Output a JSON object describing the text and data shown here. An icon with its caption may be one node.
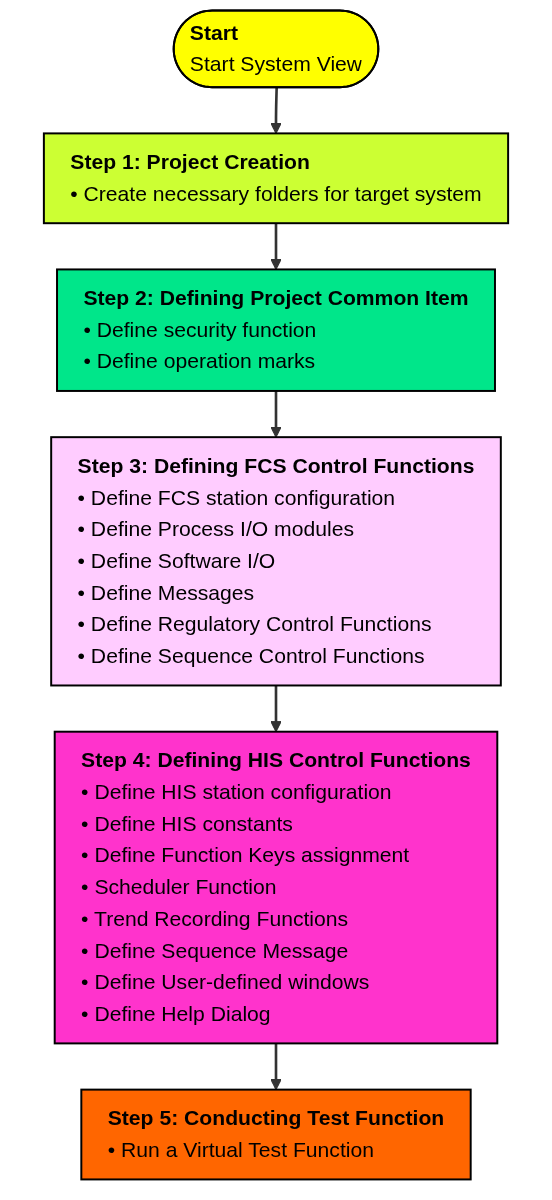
{
  "diagram": {
    "nodes": [
      {
        "text": [
          "Start",
          "Start System View"
        ]
      },
      {
        "text": [
          "Step 1: Project Creation",
          "• Create necessary folders for target system"
        ]
      },
      {
        "text": [
          "Step 2: Defining Project Common Item",
          "• Define security function",
          "• Define operation marks"
        ]
      },
      {
        "text": [
          "Step 3: Defining FCS Control Functions",
          "• Define FCS station configuration",
          "• Define Process I/O modules",
          "• Define Software I/O",
          "• Define Messages",
          "• Define Regulatory Control Functions",
          "• Define Sequence Control Functions"
        ]
      },
      {
        "text": [
          "Step 4: Defining HIS Control Functions",
          "• Define HIS station configuration",
          "• Define HIS constants",
          "• Define Function Keys assignment",
          "• Scheduler Function",
          "• Trend Recording Functions",
          "• Define Sequence Message",
          "• Define User-defined windows",
          "• Define Help Dialog"
        ]
      },
      {
        "text": [
          "Step 5: Conducting Test Function",
          "• Run a Virtual Test Function"
        ]
      }
    ],
    "edges": [
      {
        "from": 0,
        "to": 1,
        "arrow": "to"
      },
      {
        "from": 1,
        "to": 2,
        "arrow": "to"
      },
      {
        "from": 2,
        "to": 3,
        "arrow": "to"
      },
      {
        "from": 3,
        "to": 4,
        "arrow": "to"
      },
      {
        "from": 4,
        "to": 5,
        "arrow": "to"
      }
    ]
  }
}
